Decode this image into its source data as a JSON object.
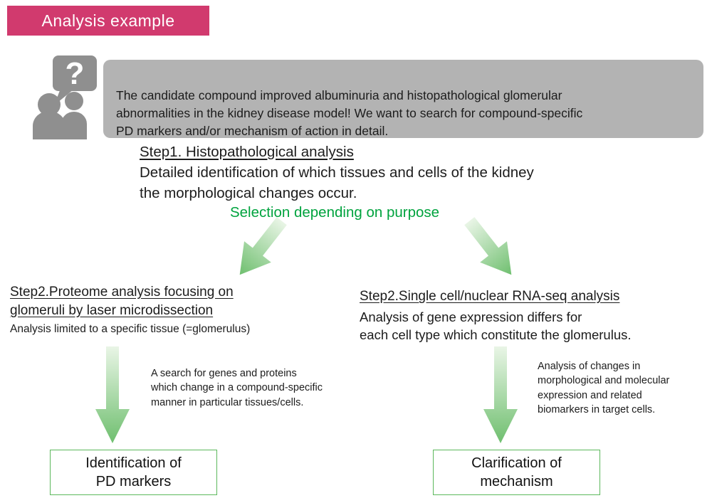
{
  "badge": {
    "label": "Analysis example"
  },
  "intro": {
    "text": "The candidate compound improved albuminuria and histopathological glomerular\nabnormalities in the kidney disease model! We want to search for compound-specific\nPD markers and/or mechanism of action in detail."
  },
  "step1": {
    "title": "Step1. Histopathological analysis",
    "description": "Detailed identification of which tissues and cells of the kidney\nthe morphological changes occur."
  },
  "selection_label": "Selection depending on purpose",
  "branches": {
    "left": {
      "title": "Step2.Proteome analysis focusing on\nglomeruli by laser microdissection",
      "description": "Analysis limited to a specific tissue (=glomerulus)",
      "arrow_note": "A search for genes and proteins\nwhich change in a compound-specific\nmanner in particular tissues/cells.",
      "result": "Identification of\nPD markers"
    },
    "right": {
      "title": "Step2.Single cell/nuclear RNA-seq analysis",
      "description": "Analysis of gene expression differs for\neach cell type which constitute the glomerulus.",
      "arrow_note": "Analysis of changes in\nmorphological and molecular\nexpression and related\nbiomarkers in target cells.",
      "result": "Clarification of\nmechanism"
    }
  },
  "icons": {
    "question_mark": "?"
  },
  "colors": {
    "badge_bg": "#d13a6e",
    "bubble_bg": "#b3b3b3",
    "accent_green": "#00a33e",
    "arrow_gradient_start": "#e9f5e6",
    "arrow_gradient_end": "#6fbf6f",
    "result_box_border": "#5cb85c",
    "icon_gray": "#8f8f8f"
  }
}
